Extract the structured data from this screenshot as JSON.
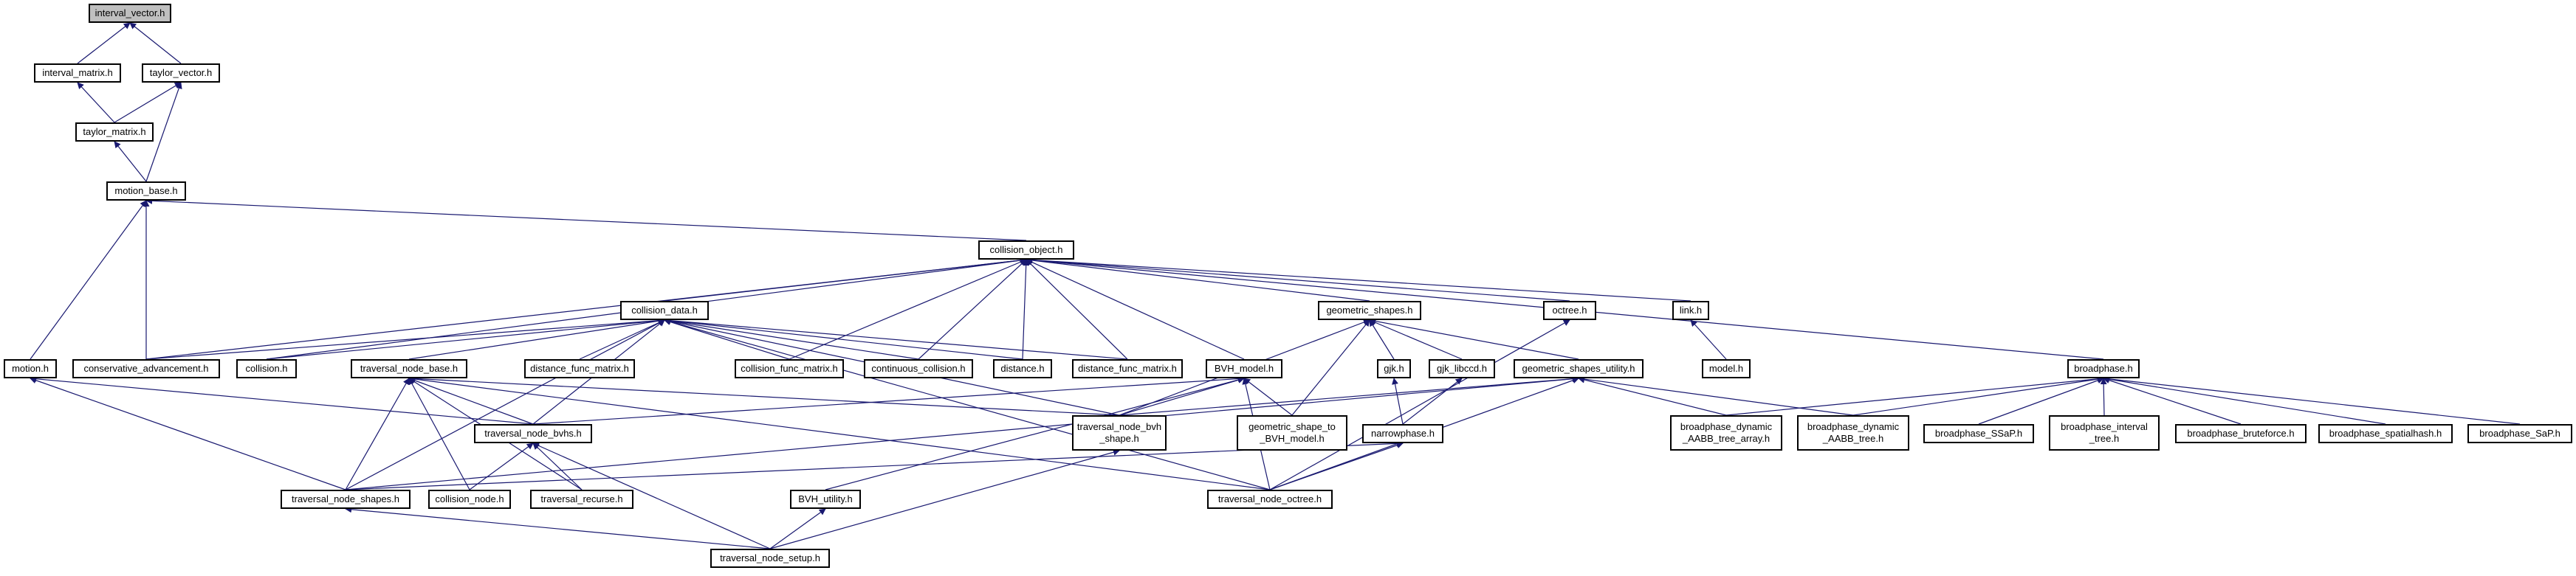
{
  "graph": {
    "root": "interval_vector.h",
    "edge_color": "#191970",
    "root_fill": "#bfbfbf",
    "nodes": {
      "interval_vector": "interval_vector.h",
      "interval_matrix": "interval_matrix.h",
      "taylor_vector": "taylor_vector.h",
      "taylor_matrix": "taylor_matrix.h",
      "motion_base": "motion_base.h",
      "collision_object": "collision_object.h",
      "collision_data": "collision_data.h",
      "motion": "motion.h",
      "conservative_advancement": "conservative_advancement.h",
      "collision": "collision.h",
      "traversal_node_base": "traversal_node_base.h",
      "distance_func_matrix": "distance_func_matrix.h",
      "collision_func_matrix": "collision_func_matrix.h",
      "continuous_collision": "continuous_collision.h",
      "distance": "distance.h",
      "distance_func_matrix2": "distance_func_matrix.h",
      "BVH_model": "BVH_model.h",
      "geometric_shapes": "geometric_shapes.h",
      "octree": "octree.h",
      "link": "link.h",
      "model": "model.h",
      "gjk": "gjk.h",
      "gjk_libccd": "gjk_libccd.h",
      "geometric_shapes_utility": "geometric_shapes_utility.h",
      "traversal_node_bvhs": "traversal_node_bvhs.h",
      "traversal_node_bvh_shape": "traversal_node_bvh\n_shape.h",
      "geometric_shape_to_BVH_model": "geometric_shape_to\n_BVH_model.h",
      "narrowphase": "narrowphase.h",
      "traversal_node_shapes": "traversal_node_shapes.h",
      "collision_node": "collision_node.h",
      "traversal_recurse": "traversal_recurse.h",
      "BVH_utility": "BVH_utility.h",
      "traversal_node_octree": "traversal_node_octree.h",
      "traversal_node_setup": "traversal_node_setup.h",
      "broadphase": "broadphase.h",
      "broadphase_dynamic_AABB_tree_array": "broadphase_dynamic\n_AABB_tree_array.h",
      "broadphase_dynamic_AABB_tree": "broadphase_dynamic\n_AABB_tree.h",
      "broadphase_SSaP": "broadphase_SSaP.h",
      "broadphase_interval_tree": "broadphase_interval\n_tree.h",
      "broadphase_bruteforce": "broadphase_bruteforce.h",
      "broadphase_spatialhash": "broadphase_spatialhash.h",
      "broadphase_SaP": "broadphase_SaP.h"
    }
  }
}
